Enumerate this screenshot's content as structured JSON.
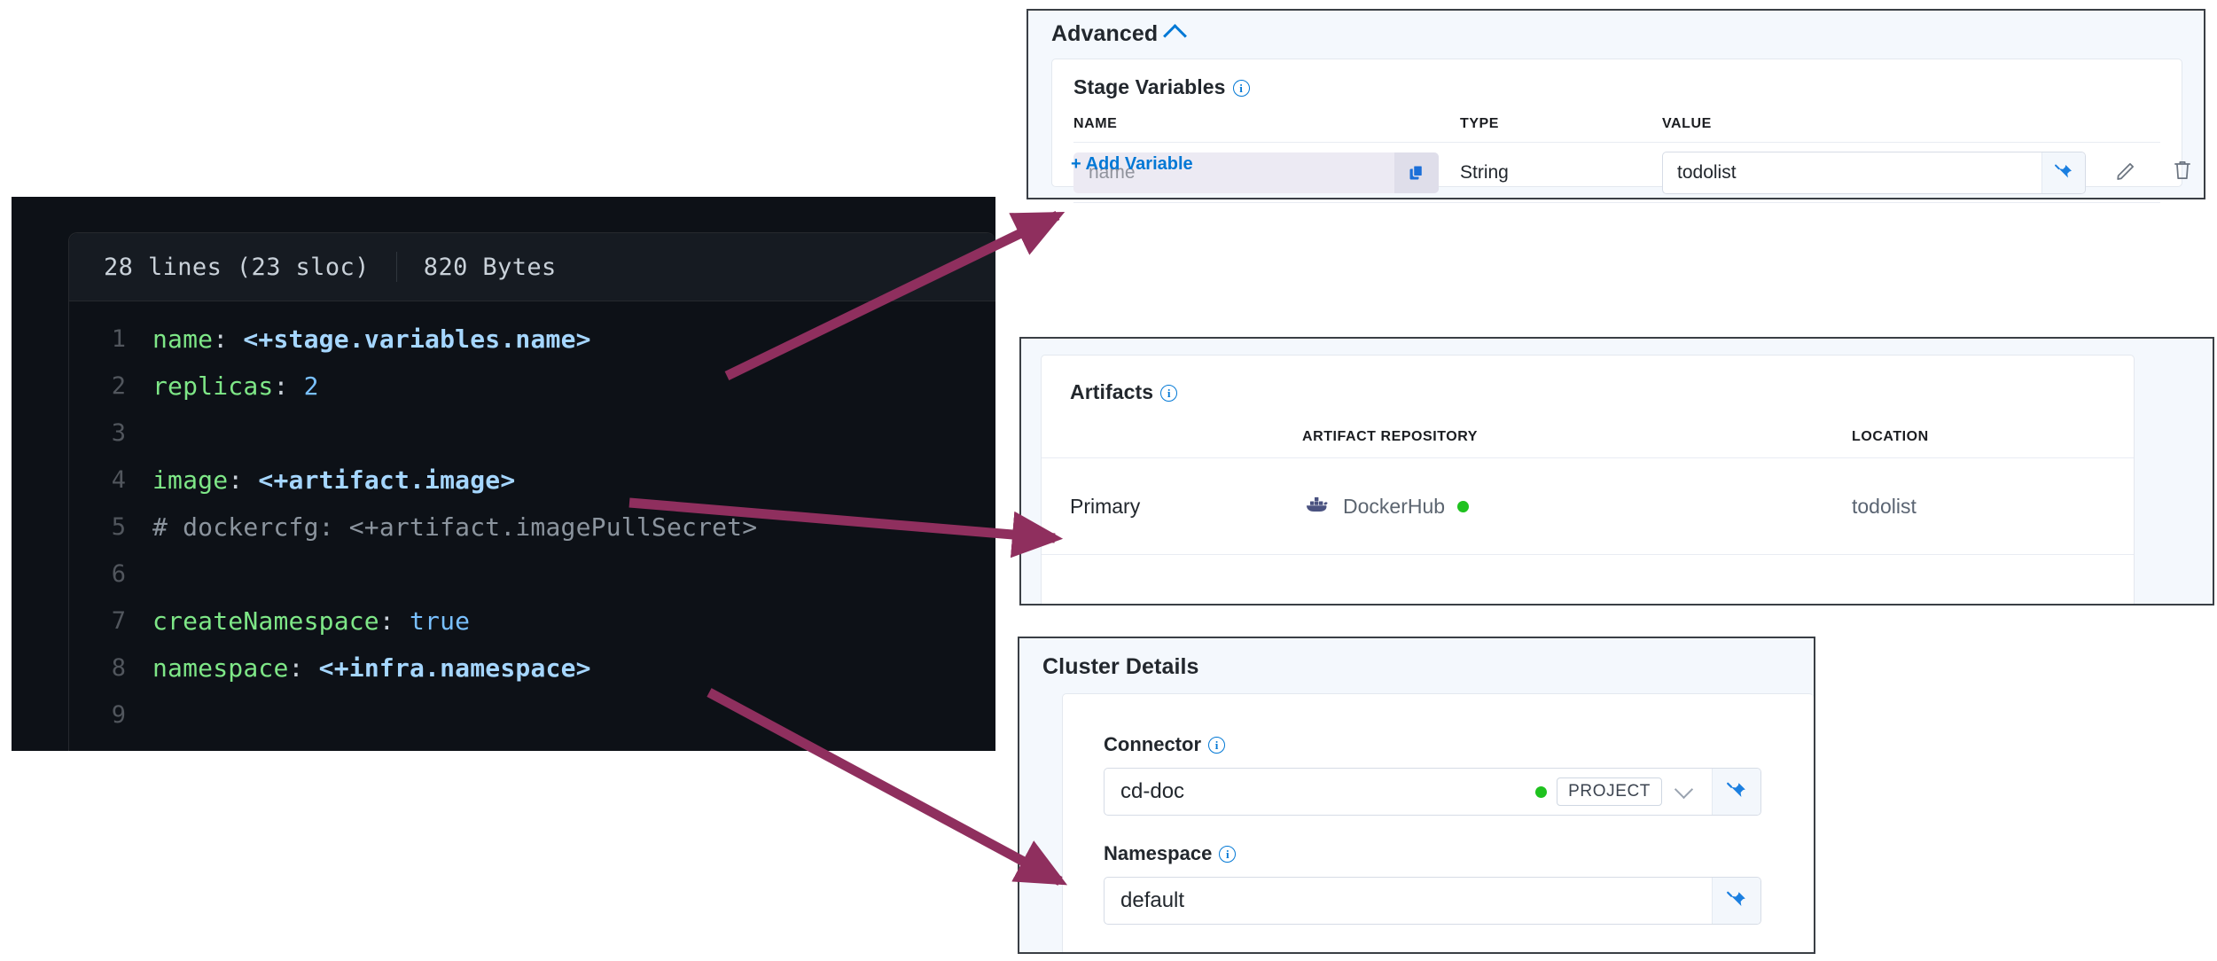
{
  "code_viewer": {
    "meta": {
      "lines_label": "28 lines (23 sloc)",
      "size_label": "820 Bytes"
    },
    "lines": [
      {
        "num": "1",
        "tokens": [
          {
            "t": "key",
            "v": "name"
          },
          {
            "t": "punct",
            "v": ": "
          },
          {
            "t": "expr",
            "v": "<+stage.variables.name>"
          }
        ]
      },
      {
        "num": "2",
        "tokens": [
          {
            "t": "key",
            "v": "replicas"
          },
          {
            "t": "punct",
            "v": ": "
          },
          {
            "t": "num",
            "v": "2"
          }
        ]
      },
      {
        "num": "3",
        "tokens": []
      },
      {
        "num": "4",
        "tokens": [
          {
            "t": "key",
            "v": "image"
          },
          {
            "t": "punct",
            "v": ": "
          },
          {
            "t": "expr",
            "v": "<+artifact.image>"
          }
        ]
      },
      {
        "num": "5",
        "tokens": [
          {
            "t": "comment",
            "v": "# dockercfg: <+artifact.imagePullSecret>"
          }
        ]
      },
      {
        "num": "6",
        "tokens": []
      },
      {
        "num": "7",
        "tokens": [
          {
            "t": "key",
            "v": "createNamespace"
          },
          {
            "t": "punct",
            "v": ": "
          },
          {
            "t": "bool",
            "v": "true"
          }
        ]
      },
      {
        "num": "8",
        "tokens": [
          {
            "t": "key",
            "v": "namespace"
          },
          {
            "t": "punct",
            "v": ": "
          },
          {
            "t": "expr",
            "v": "<+infra.namespace>"
          }
        ]
      },
      {
        "num": "9",
        "tokens": []
      }
    ]
  },
  "advanced": {
    "title": "Advanced",
    "collapse_icon": "chevron-up-icon",
    "stage_variables": {
      "label": "Stage Variables",
      "info_icon": "info-icon",
      "columns": [
        "NAME",
        "TYPE",
        "VALUE"
      ],
      "rows": [
        {
          "name_placeholder": "name",
          "name_copy_icon": "copy-icon",
          "type": "String",
          "value": "todolist",
          "value_pin_icon": "pin-icon",
          "edit_icon": "pencil-icon",
          "delete_icon": "trash-icon"
        }
      ],
      "add_variable_label": "+ Add Variable"
    }
  },
  "artifacts": {
    "label": "Artifacts",
    "info_icon": "info-icon",
    "columns": [
      "",
      "ARTIFACT REPOSITORY",
      "LOCATION"
    ],
    "rows": [
      {
        "kind": "Primary",
        "repository": "DockerHub",
        "repository_icon": "docker-icon",
        "status_dot": "connected-dot",
        "location": "todolist"
      }
    ]
  },
  "cluster_details": {
    "title": "Cluster Details",
    "fields": [
      {
        "label": "Connector",
        "info_icon": "info-icon",
        "value": "cd-doc",
        "scope_badge": "PROJECT",
        "scope_dot": "connected-dot",
        "dropdown_icon": "chevron-down-icon",
        "pin_icon": "pin-icon"
      },
      {
        "label": "Namespace",
        "info_icon": "info-icon",
        "value": "default",
        "pin_icon": "pin-icon"
      }
    ]
  },
  "annotations": {
    "arrow_color": "#8f2f5e",
    "arrows": [
      {
        "name": "arrow-stage-variable-name",
        "from": "code-line-1",
        "to": "stage-variable-name-input"
      },
      {
        "name": "arrow-artifact-image",
        "from": "code-line-4",
        "to": "artifacts-primary-row"
      },
      {
        "name": "arrow-infra-namespace",
        "from": "code-line-8",
        "to": "cluster-namespace-field"
      }
    ]
  },
  "colors": {
    "accent_blue": "#0278d5",
    "code_bg": "#0d1117",
    "code_key": "#7ee787",
    "code_expr": "#a5d6ff",
    "status_green": "#1fc21f",
    "arrow": "#8f2f5e"
  }
}
